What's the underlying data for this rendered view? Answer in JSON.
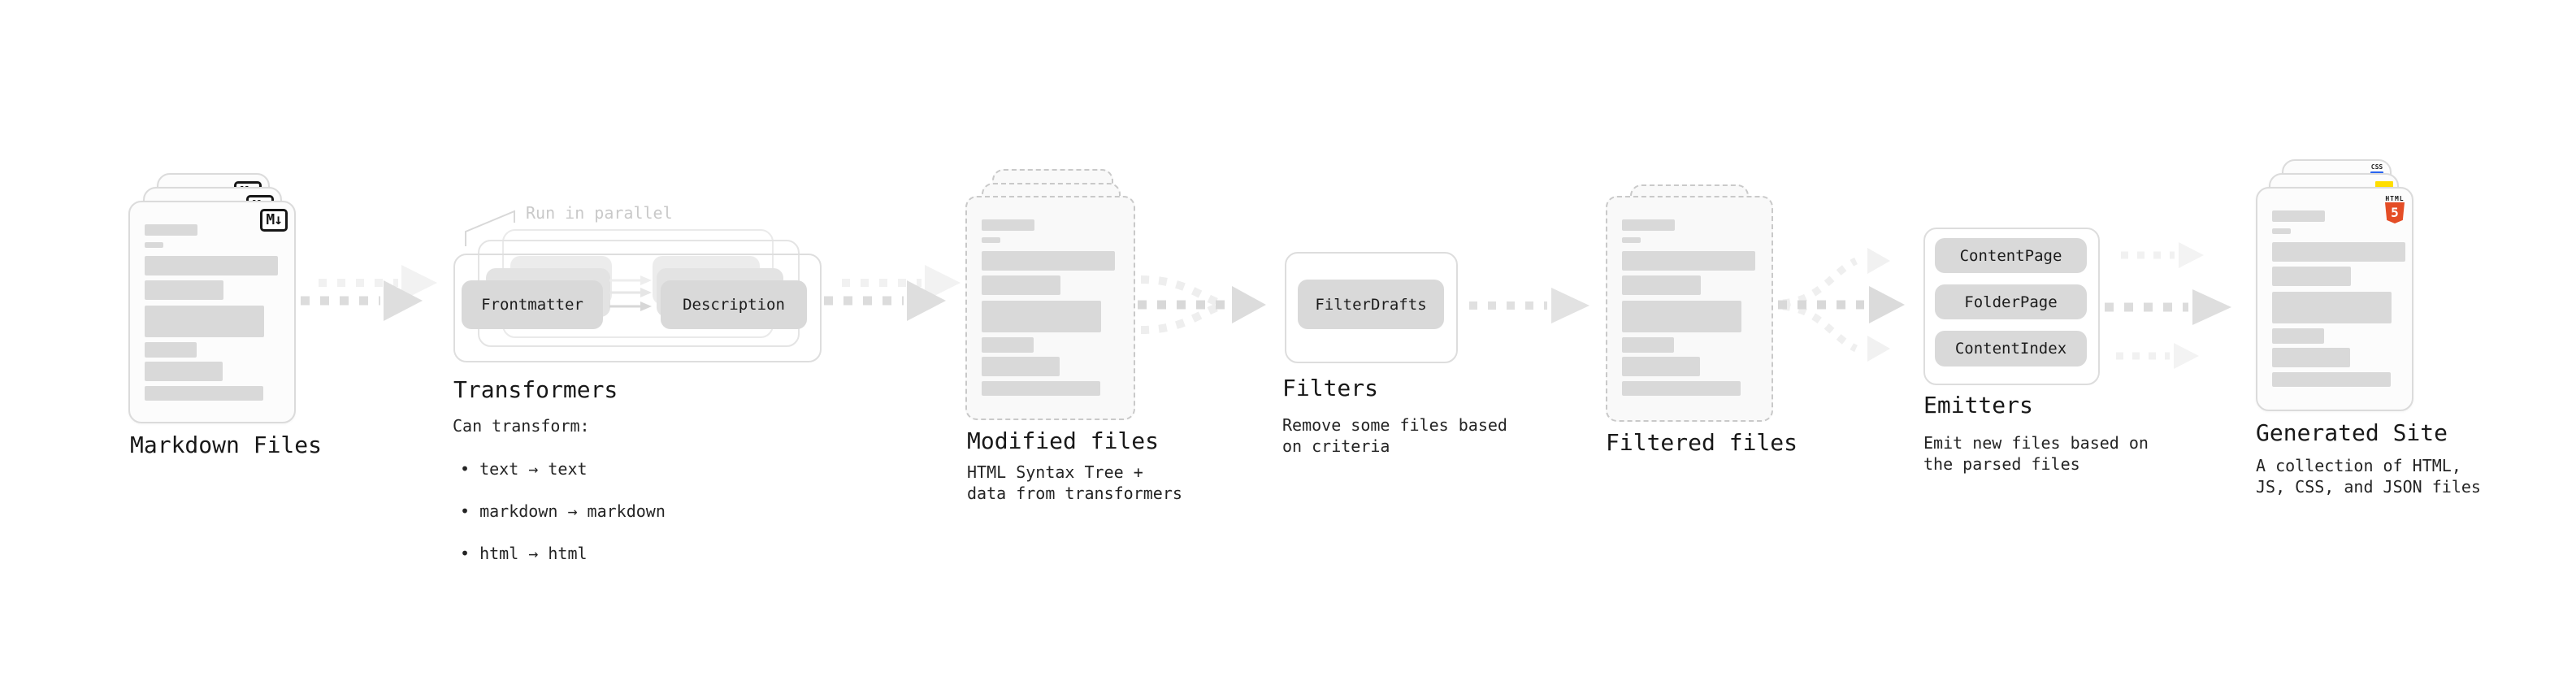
{
  "colors": {
    "bar_gray": "#d9d9d9",
    "note_gray": "#c9c9c9",
    "js_yellow": "#ffde00",
    "css_blue": "#2965f1",
    "html_orange": "#e44d26"
  },
  "markdown": {
    "label": "Markdown Files",
    "badge": "M↓"
  },
  "transformers": {
    "label": "Transformers",
    "note": "Run in parallel",
    "pill_left": "Frontmatter",
    "pill_right": "Description",
    "desc_title": "Can transform:",
    "bullets": [
      "• text → text",
      "• markdown → markdown",
      "• html → html"
    ]
  },
  "modified": {
    "label": "Modified files",
    "desc": "HTML Syntax Tree +\ndata from transformers"
  },
  "filters": {
    "label": "Filters",
    "pill": "FilterDrafts",
    "desc": "Remove some files based\non criteria"
  },
  "filtered": {
    "label": "Filtered files"
  },
  "emitters": {
    "label": "Emitters",
    "pills": [
      "ContentPage",
      "FolderPage",
      "ContentIndex"
    ],
    "desc": "Emit new files based on\nthe parsed files"
  },
  "generated": {
    "label": "Generated Site",
    "desc": "A collection of HTML,\nJS, CSS, and JSON files",
    "css_badge": "CSS",
    "html_badge_word": "HTML",
    "html_badge_number": "5"
  }
}
